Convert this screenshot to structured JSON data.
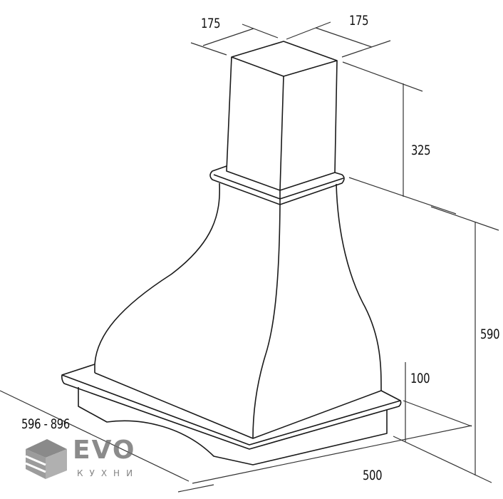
{
  "dimensions": {
    "chimney_width_left": "175",
    "chimney_width_right": "175",
    "chimney_height": "325",
    "hood_height": "590",
    "base_height": "100",
    "depth": "500",
    "total_height_range": "596 - 896"
  },
  "logo": {
    "word": "EVO",
    "subtitle": "КУХНИ"
  }
}
